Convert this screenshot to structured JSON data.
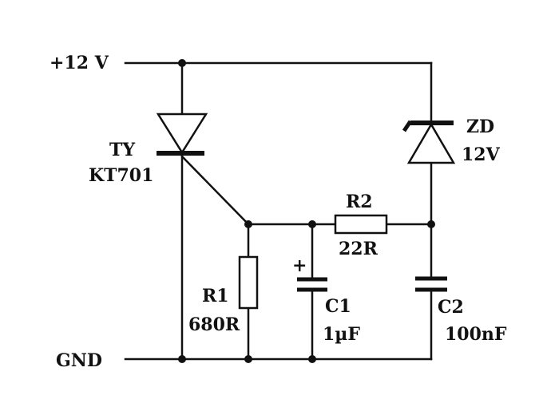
{
  "supply_label": "+12 V",
  "ground_label": "GND",
  "thyristor": {
    "designator": "TY",
    "part": "KT701"
  },
  "zener": {
    "designator": "ZD",
    "value": "12V"
  },
  "r1": {
    "designator": "R1",
    "value": "680R"
  },
  "r2": {
    "designator": "R2",
    "value": "22R"
  },
  "c1": {
    "designator": "C1",
    "value": "1µF",
    "polarity_mark": "+"
  },
  "c2": {
    "designator": "C2",
    "value": "100nF"
  },
  "colors": {
    "ink": "#111111",
    "background": "#ffffff"
  }
}
